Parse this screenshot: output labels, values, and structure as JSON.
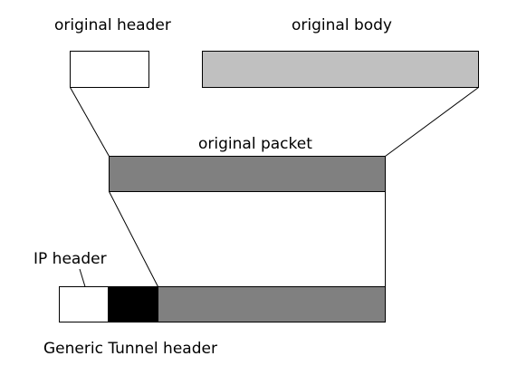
{
  "labels": {
    "original_header": "original header",
    "original_body": "original body",
    "original_packet": "original packet",
    "ip_header": "IP header",
    "generic_tunnel_header": "Generic Tunnel header"
  },
  "colors": {
    "original_header_fill": "#ffffff",
    "original_body_fill": "#c0c0c0",
    "original_packet_fill": "#808080",
    "ip_header_fill": "#ffffff",
    "generic_tunnel_header_fill": "#000000",
    "encapsulated_payload_fill": "#808080",
    "line_color": "#000000"
  }
}
